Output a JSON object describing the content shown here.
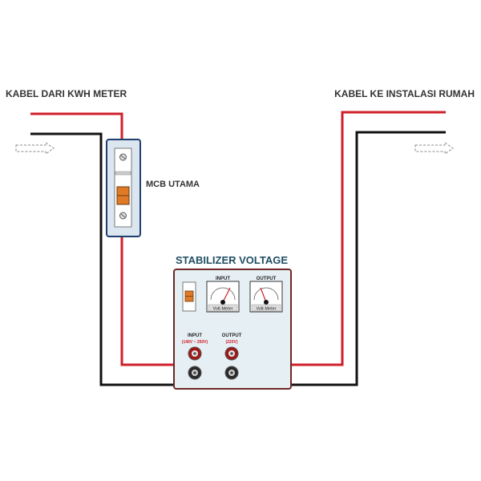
{
  "labels": {
    "kwh_cable": "KABEL DARI KWH METER",
    "house_cable": "KABEL KE INSTALASI RUMAH",
    "main_mcb": "MCB UTAMA",
    "stabilizer_title": "STABILIZER VOLTAGE"
  },
  "stabilizer": {
    "input_meter_title": "INPUT",
    "output_meter_title": "OUTPUT",
    "meter_caption": "Volt-Meter",
    "input_terminal_label": "INPUT",
    "input_range": "(140V ~ 250V)",
    "output_terminal_label": "OUTPUT",
    "output_range": "(220V)"
  },
  "colors": {
    "live_wire": "#d01f2a",
    "neutral_wire": "#111111",
    "stabilizer_title": "#1f4e63",
    "panel_fill": "#e6eff3",
    "panel_border": "#6e2626",
    "mcb_frame": "#1f3f6e",
    "mcb_fill": "#dce6f0",
    "mcb_toggle": "#e07a27"
  },
  "icons": {
    "left_arrow": "dashed-arrow-right-icon",
    "right_arrow": "dashed-arrow-right-icon"
  }
}
